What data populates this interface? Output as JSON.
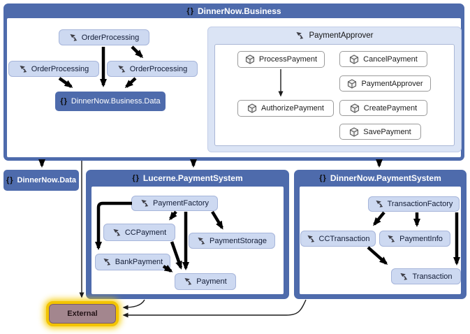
{
  "glyphs": {
    "namespace": "{}"
  },
  "colors": {
    "container_blue": "#4e6bac",
    "node_light_fill": "#cdd9f1",
    "group_fill": "#dbe4f5",
    "external_fill": "#a3868e",
    "highlight_yellow": "#f3c402",
    "arrow_black": "#000000"
  },
  "business": {
    "label": "DinnerNow.Business",
    "op_top": "OrderProcessing",
    "op_left": "OrderProcessing",
    "op_right": "OrderProcessing",
    "data_node": "DinnerNow.Business.Data"
  },
  "payment_approver": {
    "label": "PaymentApprover",
    "members": [
      "ProcessPayment",
      "CancelPayment",
      "PaymentApprover",
      "AuthorizePayment",
      "CreatePayment",
      "SavePayment"
    ]
  },
  "dinnernow_data": {
    "label": "DinnerNow.Data"
  },
  "lucerne": {
    "label": "Lucerne.PaymentSystem",
    "nodes": [
      "PaymentFactory",
      "CCPayment",
      "PaymentStorage",
      "BankPayment",
      "Payment"
    ]
  },
  "dnps": {
    "label": "DinnerNow.PaymentSystem",
    "nodes": [
      "TransactionFactory",
      "CCTransaction",
      "PaymentInfo",
      "Transaction"
    ]
  },
  "external": {
    "label": "External"
  }
}
